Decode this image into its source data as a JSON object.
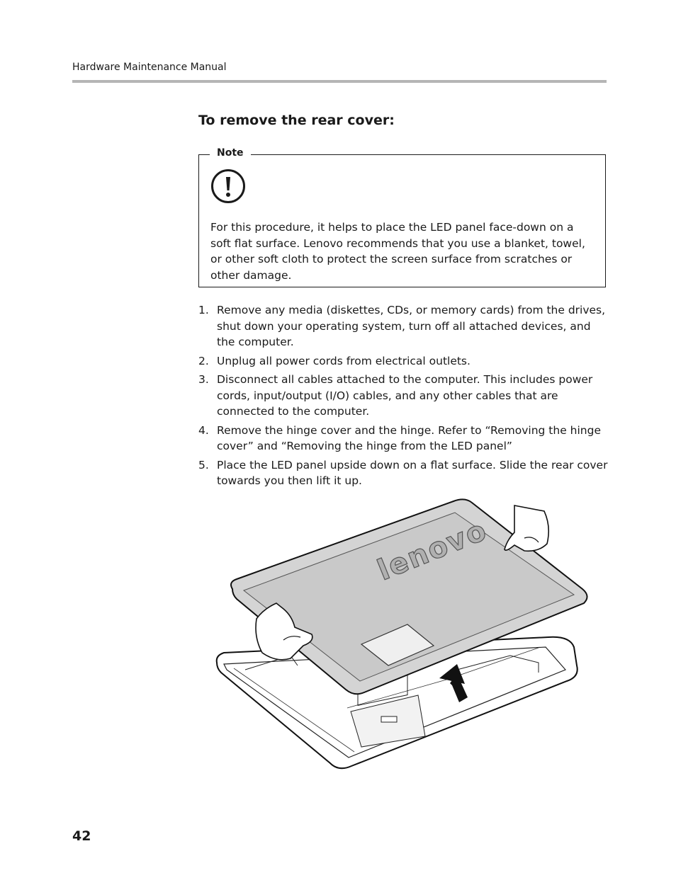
{
  "header": {
    "manual_title": "Hardware Maintenance Manual"
  },
  "section": {
    "title": "To remove the rear cover:"
  },
  "note": {
    "label": "Note",
    "icon": "exclamation-circle-icon",
    "text": "For this procedure, it helps to place the LED panel face-down on a soft flat surface. Lenovo recommends that you use a blanket, towel, or other soft cloth to protect the screen surface from scratches or other damage."
  },
  "steps": [
    {
      "number": "1.",
      "text": "Remove any media (diskettes, CDs, or memory cards) from the drives, shut down your operating system, turn off all attached devices, and the computer."
    },
    {
      "number": "2.",
      "text": "Unplug all power cords from electrical outlets."
    },
    {
      "number": "3.",
      "text": "Disconnect all cables attached to the computer. This includes power cords, input/output (I/O) cables, and any other cables that are connected to the computer."
    },
    {
      "number": "4.",
      "text": "Remove the hinge cover and the hinge. Refer to “Removing the hinge cover” and “Removing the hinge from the LED panel”"
    },
    {
      "number": "5.",
      "text": "Place the LED panel upside down on a flat surface. Slide the rear cover towards you then lift it up."
    }
  ],
  "illustration": {
    "logo_text": "lenovo"
  },
  "footer": {
    "page_number": "42"
  }
}
